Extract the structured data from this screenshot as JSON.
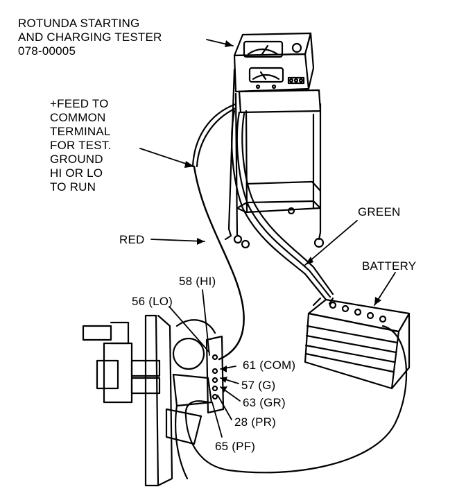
{
  "labels": {
    "tester": "ROTUNDA STARTING\nAND CHARGING TESTER\n078-00005",
    "feed": "+FEED TO\nCOMMON\nTERMINAL\nFOR TEST.\nGROUND\nHI OR LO\nTO RUN",
    "red": "RED",
    "green": "GREEN",
    "battery": "BATTERY",
    "pin_58": "58 (HI)",
    "pin_56": "56 (LO)",
    "pin_61": "61 (COM)",
    "pin_57": "57 (G)",
    "pin_63": "63 (GR)",
    "pin_28": "28 (PR)",
    "pin_65": "65 (PF)"
  },
  "colors": {
    "ink": "#000000",
    "paper": "#ffffff"
  }
}
